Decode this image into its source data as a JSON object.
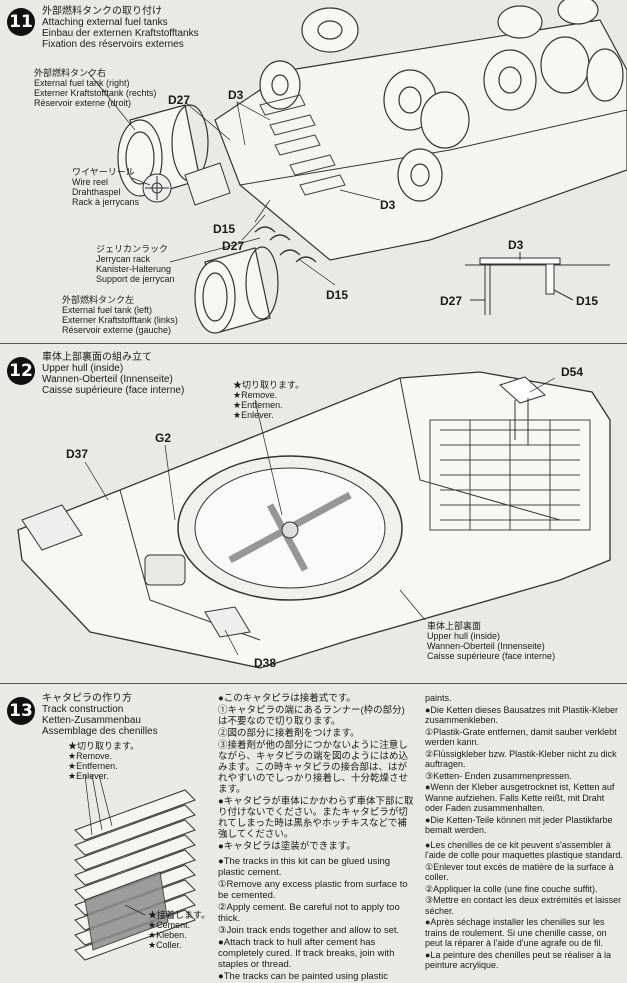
{
  "step11": {
    "number": "11",
    "title_jp": "外部燃料タンクの取り付け",
    "title_en": "Attaching external fuel tanks",
    "title_de": "Einbau der externen Kraftstofftanks",
    "title_fr": "Fixation des réservoirs externes",
    "tank_right": [
      "外部燃料タンク右",
      "External fuel tank (right)",
      "Externer Kraftstofftank (rechts)",
      "Réservoir externe (droit)"
    ],
    "wire_reel": [
      "ワイヤーリール",
      "Wire reel",
      "Drahthaspel",
      "Rack à jerrycans"
    ],
    "jerrycan_rack": [
      "ジェリカンラック",
      "Jerrycan rack",
      "Kanister-Halterung",
      "Support de jerrycan"
    ],
    "tank_left": [
      "外部燃料タンク左",
      "External fuel tank (left)",
      "Externer Kraftstofftank (links)",
      "Réservoir externe (gauche)"
    ],
    "parts": [
      "D27",
      "D3",
      "D15",
      "D27",
      "D3",
      "D15"
    ],
    "inset_parts": [
      "D3",
      "D27",
      "D15"
    ]
  },
  "step12": {
    "number": "12",
    "title_jp": "車体上部裏面の組み立て",
    "title_en": "Upper hull (inside)",
    "title_de": "Wannen-Oberteil (Innenseite)",
    "title_fr": "Caisse supérieure (face interne)",
    "remove": [
      "★切り取ります。",
      "★Remove.",
      "★Entfernen.",
      "★Enlever."
    ],
    "parts": [
      "D54",
      "G2",
      "D37",
      "D38"
    ],
    "hull_label": [
      "車体上部裏面",
      "Upper hull (inside)",
      "Wannen-Oberteil (Innenseite)",
      "Caisse supérieure (face interne)"
    ]
  },
  "step13": {
    "number": "13",
    "title_jp": "キャタピラの作り方",
    "title_en": "Track construction",
    "title_de": "Ketten-Zusammenbau",
    "title_fr": "Assemblage des chenilles",
    "remove": [
      "★切り取ります。",
      "★Remove.",
      "★Entfernen.",
      "★Enlever."
    ],
    "cement": [
      "★接着します。",
      "★Cement.",
      "★Kleben.",
      "★Coller."
    ],
    "text_jp": [
      "●このキャタピラは接着式です。",
      "①キャタピラの端にあるランナー(枠の部分)は不要なので切り取ります。",
      "②図の部分に接着剤をつけます。",
      "③接着剤が他の部分につかないように注意しながら、キャタピラの端を図のようにはめ込みます。この時キャタピラの接合部は、はがれやすいのでしっかり接着し、十分乾燥させます。",
      "●キャタピラが車体にかかわらず車体下部に取り付けないでください。またキャタピラが切れてしまった時は黒糸やホッチキスなどで補強してください。",
      "●キャタピラは塗装ができます。"
    ],
    "text_en": [
      "●The tracks in this kit can be glued using plastic cement.",
      "①Remove any excess plastic from surface to be cemented.",
      "②Apply cement. Be careful not to apply too thick.",
      "③Join track ends together and allow to set.",
      "●Attach track to hull after cement has completely cured. If track breaks, join with staples or thread.",
      "●The tracks can be painted using plastic"
    ],
    "text_de_fr": [
      "paints.",
      "●Die Ketten dieses Bausatzes mit Plastik-Kleber zusammenkleben.",
      "①Plastik-Grate entfernen, damit sauber verklebt werden kann.",
      "②Flüssigkleber bzw. Plastik-Kleber nicht zu dick auftragen.",
      "③Ketten- Enden zusammenpressen.",
      "●Wenn der Kleber ausgetrocknet ist, Ketten auf Wanne aufziehen. Falls Kette reißt, mit Draht oder Faden zusammenhalten.",
      "●Die Ketten-Teile können mit jeder Plastikfarbe bemalt werden.",
      "●Les chenilles de ce kit peuvent s'assembler à l'aide de colle pour maquettes plastique standard.",
      "①Enlever tout excès de matière de la surface à coller.",
      "②Appliquer la colle (une fine couche suffit).",
      "③Mettre en contact les deux extrémités et laisser sécher.",
      "●Après séchage installer les chenilles sur les trains de roulement. Si une chenille casse, on peut la réparer à l'aide d'une agrafe ou de fil.",
      "●La peinture des chenilles peut se réaliser à la peinture acrylique."
    ]
  }
}
